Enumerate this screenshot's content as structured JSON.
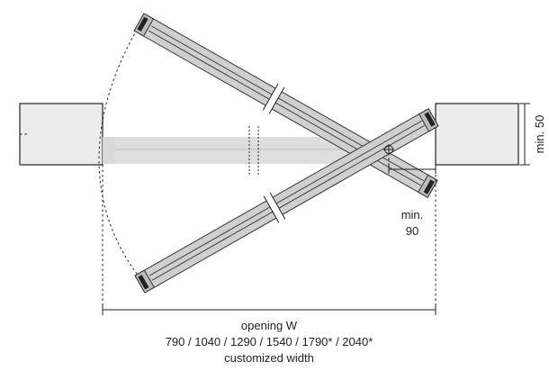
{
  "dimensions": {
    "min_depth": "min. 50",
    "min_offset_label": "min.",
    "min_offset_value": "90",
    "opening_label": "opening W",
    "opening_sizes": "790 / 1040 / 1290 / 1540 / 1790* / 2040*",
    "custom_note": "customized width"
  }
}
